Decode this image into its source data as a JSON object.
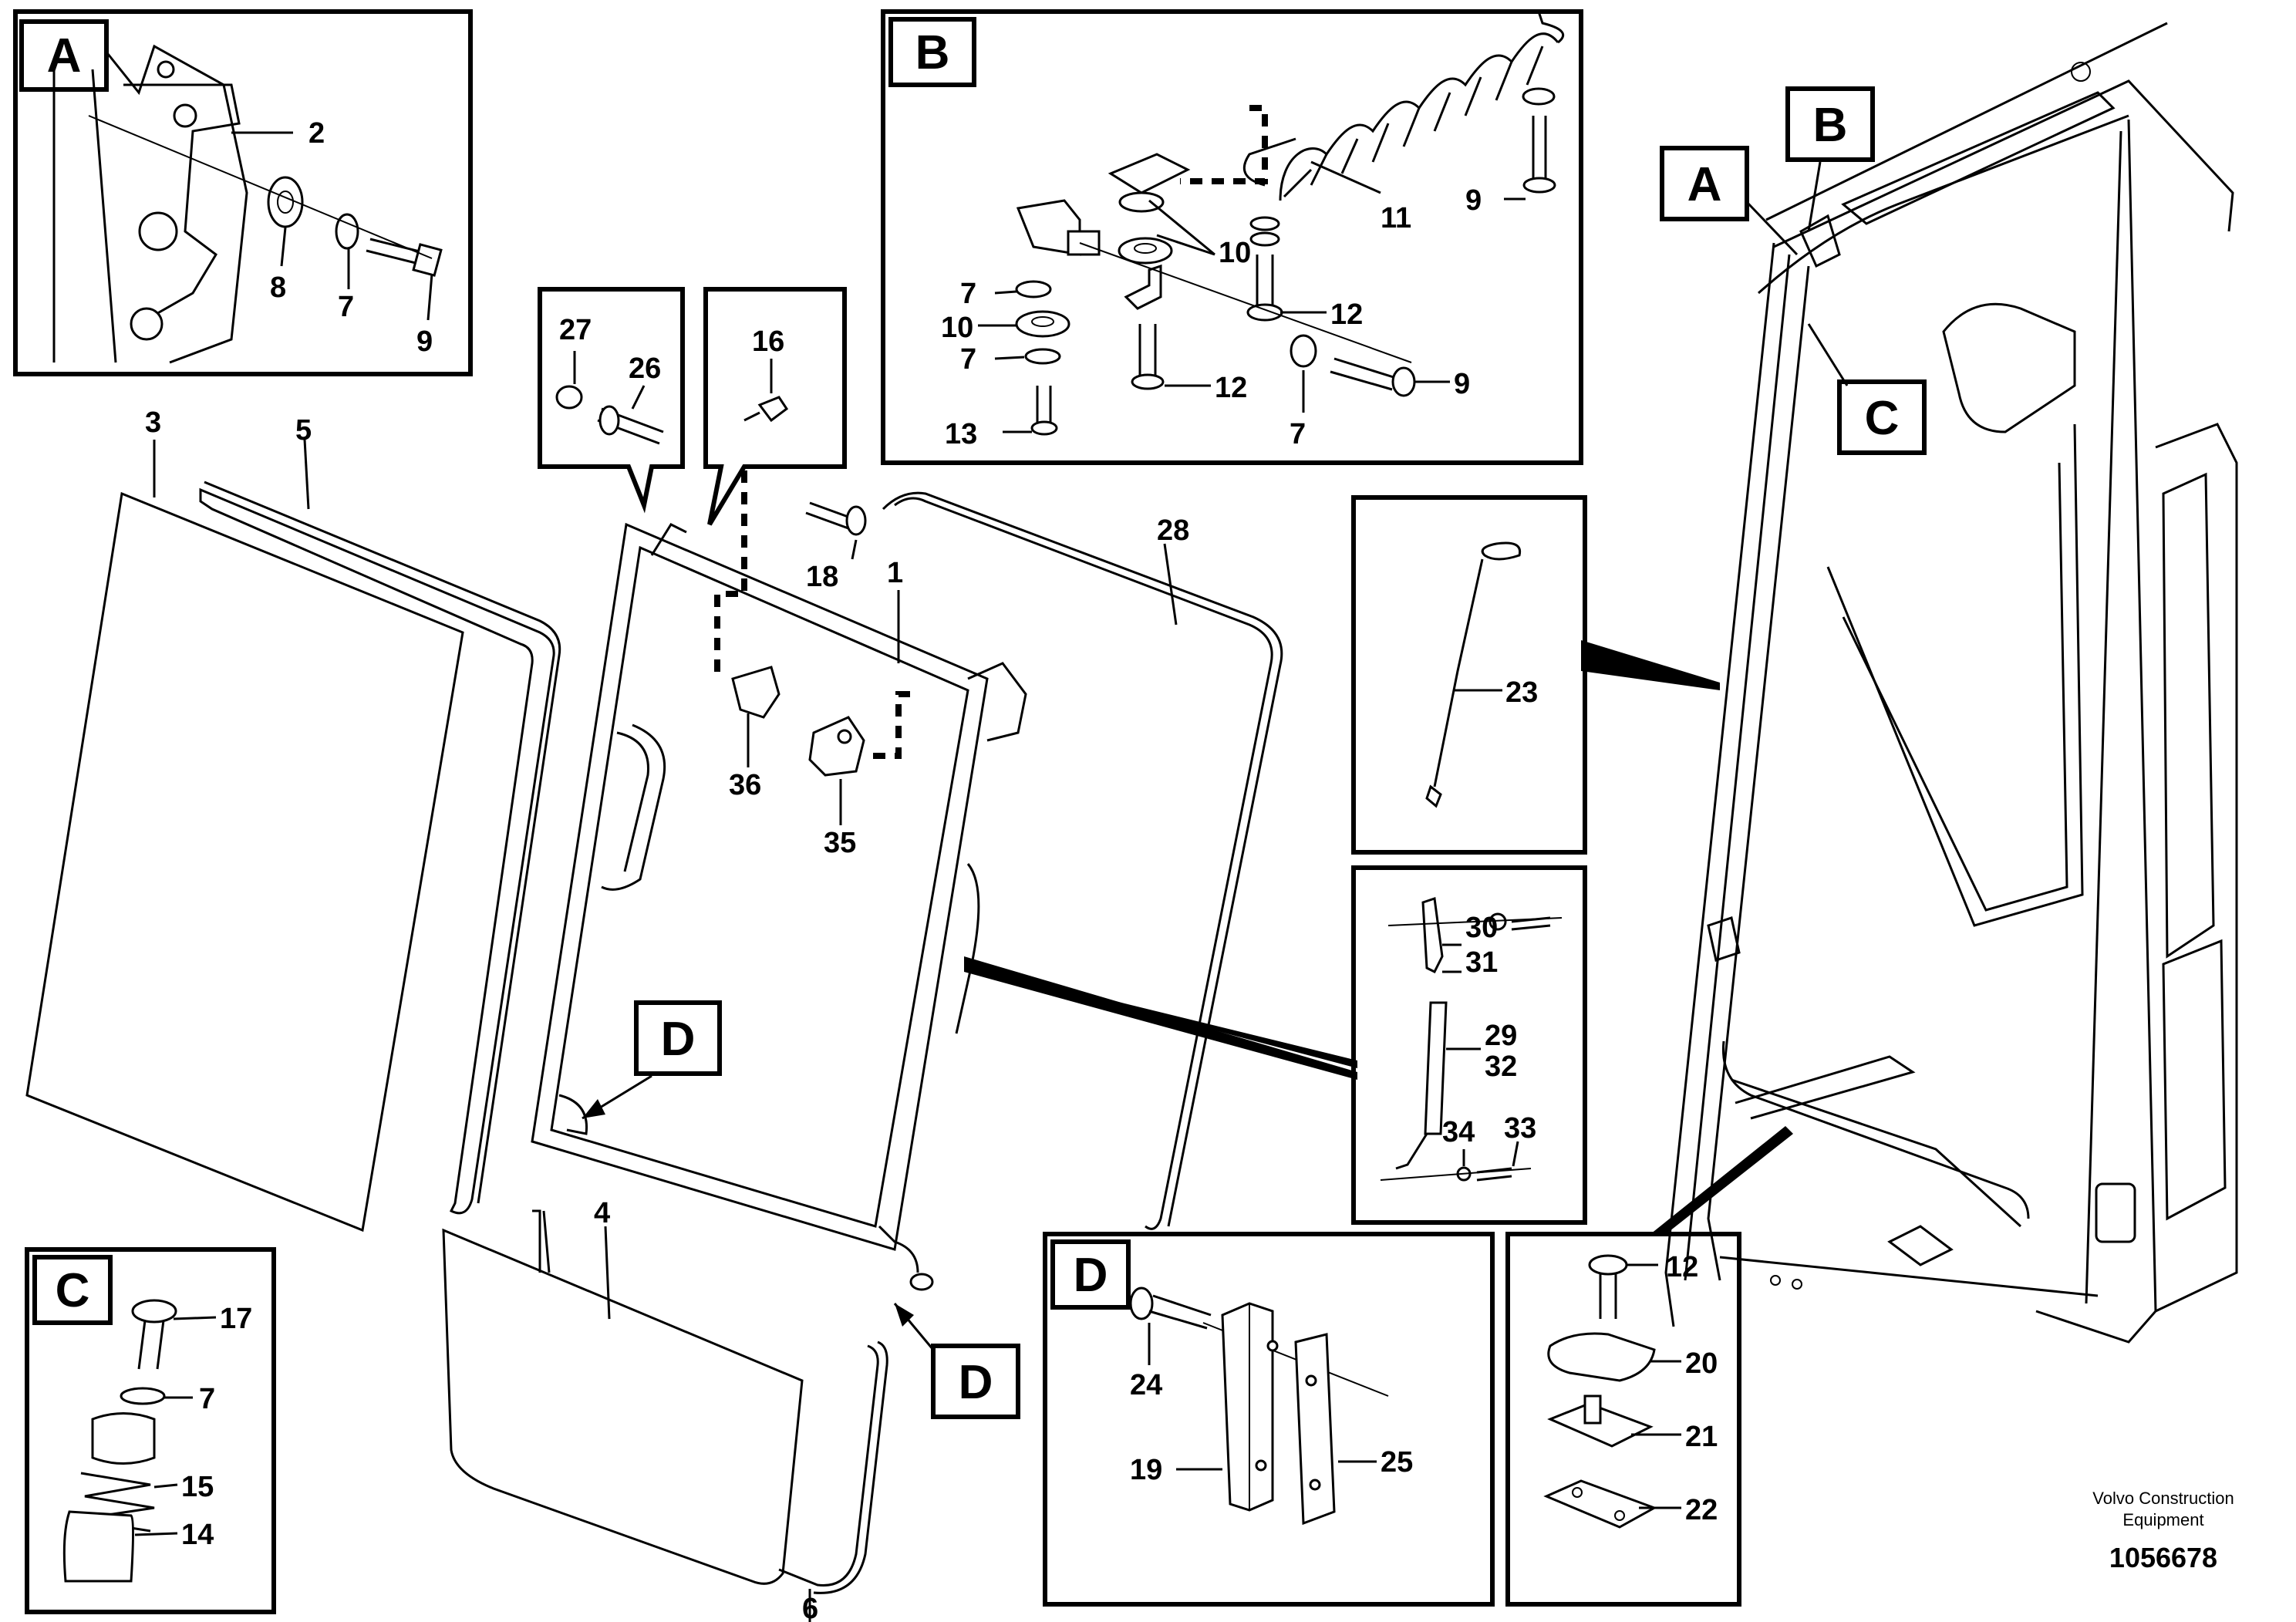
{
  "labels": {
    "part_1": "1",
    "part_2": "2",
    "part_3": "3",
    "part_4": "4",
    "part_5": "5",
    "part_6": "6",
    "part_7": "7",
    "part_8": "8",
    "part_9": "9",
    "part_10": "10",
    "part_11": "11",
    "part_12": "12",
    "part_13": "13",
    "part_14": "14",
    "part_15": "15",
    "part_16": "16",
    "part_17": "17",
    "part_18": "18",
    "part_19": "19",
    "part_20": "20",
    "part_21": "21",
    "part_22": "22",
    "part_23": "23",
    "part_24": "24",
    "part_25": "25",
    "part_26": "26",
    "part_27": "27",
    "part_28": "28",
    "part_29": "29",
    "part_30": "30",
    "part_31": "31",
    "part_32": "32",
    "part_33": "33",
    "part_34": "34",
    "part_35": "35",
    "part_36": "36"
  },
  "detail_letters": {
    "a": "A",
    "b": "B",
    "c": "C",
    "d": "D"
  },
  "footer": {
    "company_line1": "Volvo Construction",
    "company_line2": "Equipment",
    "drawing_number": "1056678"
  }
}
